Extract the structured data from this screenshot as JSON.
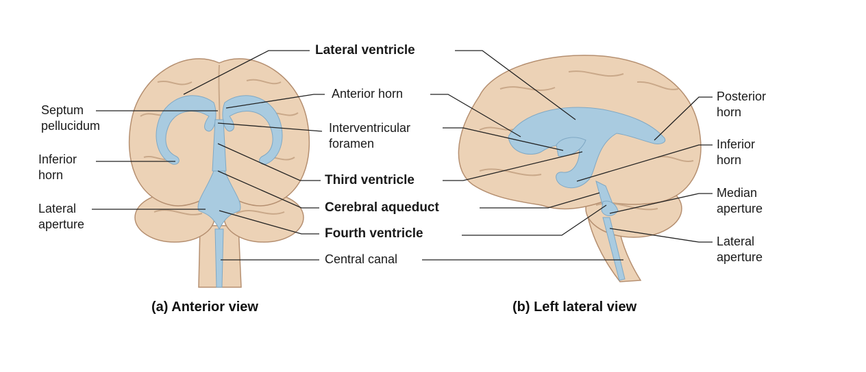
{
  "colors": {
    "brain_fill": "#ecd2b6",
    "brain_shadow": "#c9a889",
    "brain_outline": "#b58f70",
    "ventricle_fill": "#a9cbe0",
    "ventricle_edge": "#7fa8c4",
    "leader_line": "#222222"
  },
  "labels": {
    "lateral_ventricle": "Lateral ventricle",
    "anterior_horn": "Anterior horn",
    "interventricular_foramen": "Interventricular\nforamen",
    "third_ventricle": "Third ventricle",
    "cerebral_aqueduct": "Cerebral aqueduct",
    "fourth_ventricle": "Fourth ventricle",
    "central_canal": "Central canal",
    "septum_pellucidum": "Septum\npellucidum",
    "inferior_horn_left": "Inferior\nhorn",
    "lateral_aperture_left": "Lateral\naperture",
    "posterior_horn": "Posterior\nhorn",
    "inferior_horn_right": "Inferior\nhorn",
    "median_aperture": "Median\naperture",
    "lateral_aperture_right": "Lateral\naperture"
  },
  "captions": {
    "anterior_view": "(a) Anterior view",
    "lateral_view": "(b) Left lateral view"
  }
}
